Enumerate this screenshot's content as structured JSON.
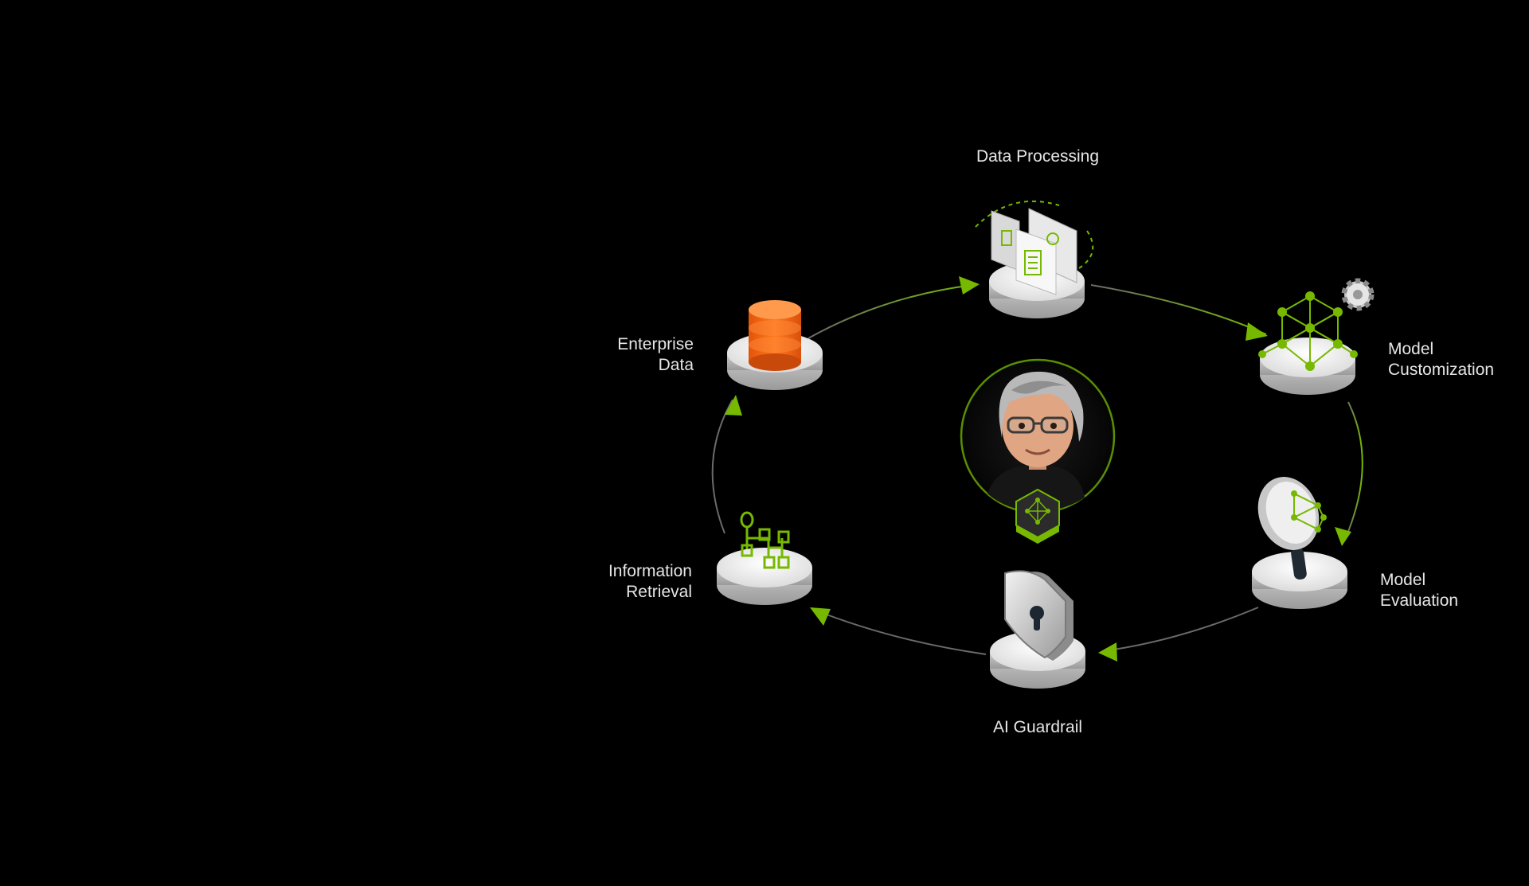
{
  "diagram": {
    "accent_color": "#76b900",
    "stages": [
      {
        "id": "data-processing",
        "lines": [
          "Data Processing"
        ],
        "icon": "documents-icon"
      },
      {
        "id": "model-customization",
        "lines": [
          "Model",
          "Customization"
        ],
        "icon": "neural-network-gear-icon"
      },
      {
        "id": "model-evaluation",
        "lines": [
          "Model",
          "Evaluation"
        ],
        "icon": "magnifier-network-icon"
      },
      {
        "id": "ai-guardrail",
        "lines": [
          "AI Guardrail"
        ],
        "icon": "shield-keyhole-icon"
      },
      {
        "id": "information-retrieval",
        "lines": [
          "Information",
          "Retrieval"
        ],
        "icon": "graph-nodes-icon"
      },
      {
        "id": "enterprise-data",
        "lines": [
          "Enterprise",
          "Data"
        ],
        "icon": "database-icon"
      }
    ],
    "center": {
      "icon": "avatar-icon",
      "badge_icon": "network-cube-icon"
    }
  }
}
